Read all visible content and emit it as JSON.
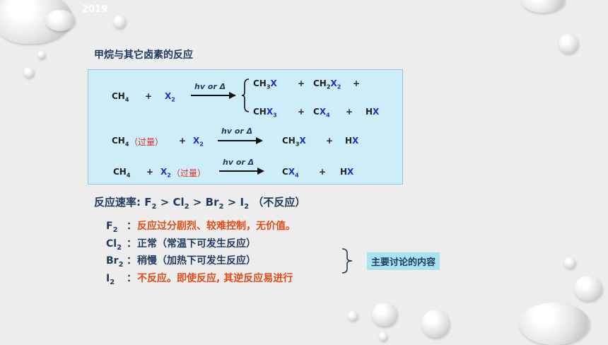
{
  "corner_text": "2019",
  "title": "甲烷与其它卤素的反应",
  "reactions": {
    "condition": "hv or Δ",
    "r1": {
      "reactant1": "CH",
      "reactant1_sub": "4",
      "plus": "+",
      "reactant2": "X",
      "reactant2_sub": "2",
      "prod_a1": "CH",
      "prod_a1_sub": "3",
      "prod_a1_x": "X",
      "prod_a2": "CH",
      "prod_a2_sub": "2",
      "prod_a2_x": "X",
      "prod_a2_xsub": "2",
      "prod_b1": "CH",
      "prod_b1_x": "X",
      "prod_b1_xsub": "3",
      "prod_b2": "C",
      "prod_b2_x": "X",
      "prod_b2_xsub": "4",
      "prod_b3": "H",
      "prod_b3_x": "X"
    },
    "r2": {
      "reactant1": "CH",
      "reactant1_sub": "4",
      "excess": "（过量）",
      "reactant2": "X",
      "reactant2_sub": "2",
      "prod1": "CH",
      "prod1_sub": "3",
      "prod1_x": "X",
      "prod2": "H",
      "prod2_x": "X"
    },
    "r3": {
      "reactant1": "CH",
      "reactant1_sub": "4",
      "reactant2": "X",
      "reactant2_sub": "2",
      "excess": "（过量）",
      "prod1": "C",
      "prod1_x": "X",
      "prod1_xsub": "4",
      "prod2": "H",
      "prod2_x": "X"
    }
  },
  "rate": {
    "label": "反应速率:",
    "f": "F",
    "cl": "Cl",
    "br": "Br",
    "i": "I",
    "sub": "2",
    "gt": ">",
    "note": "（不反应）"
  },
  "halogens": [
    {
      "symbol": "F",
      "sub": "2",
      "colon": "：",
      "desc": "反应过分剧烈、较难控制，无价值。",
      "tone": "red"
    },
    {
      "symbol": "Cl",
      "sub": "2",
      "colon": "：",
      "desc": "正常（常温下可发生反应）",
      "tone": "navy"
    },
    {
      "symbol": "Br",
      "sub": "2",
      "colon": "：",
      "desc": "稍慢（加热下可发生反应）",
      "tone": "navy"
    },
    {
      "symbol": "I",
      "sub": "2",
      "colon": "：",
      "desc": "不反应。即使反应, 其逆反应易进行",
      "tone": "red"
    }
  ],
  "discuss_label": "主要讨论的内容",
  "colors": {
    "navy": "#1f3a5f",
    "blue": "#1a2fd0",
    "red": "#e0281b",
    "orange_red": "#e24b14",
    "box_bg": "#cdeef8",
    "label_bg": "#a9e3f0"
  },
  "decorations": [
    "water-drop-icon"
  ]
}
